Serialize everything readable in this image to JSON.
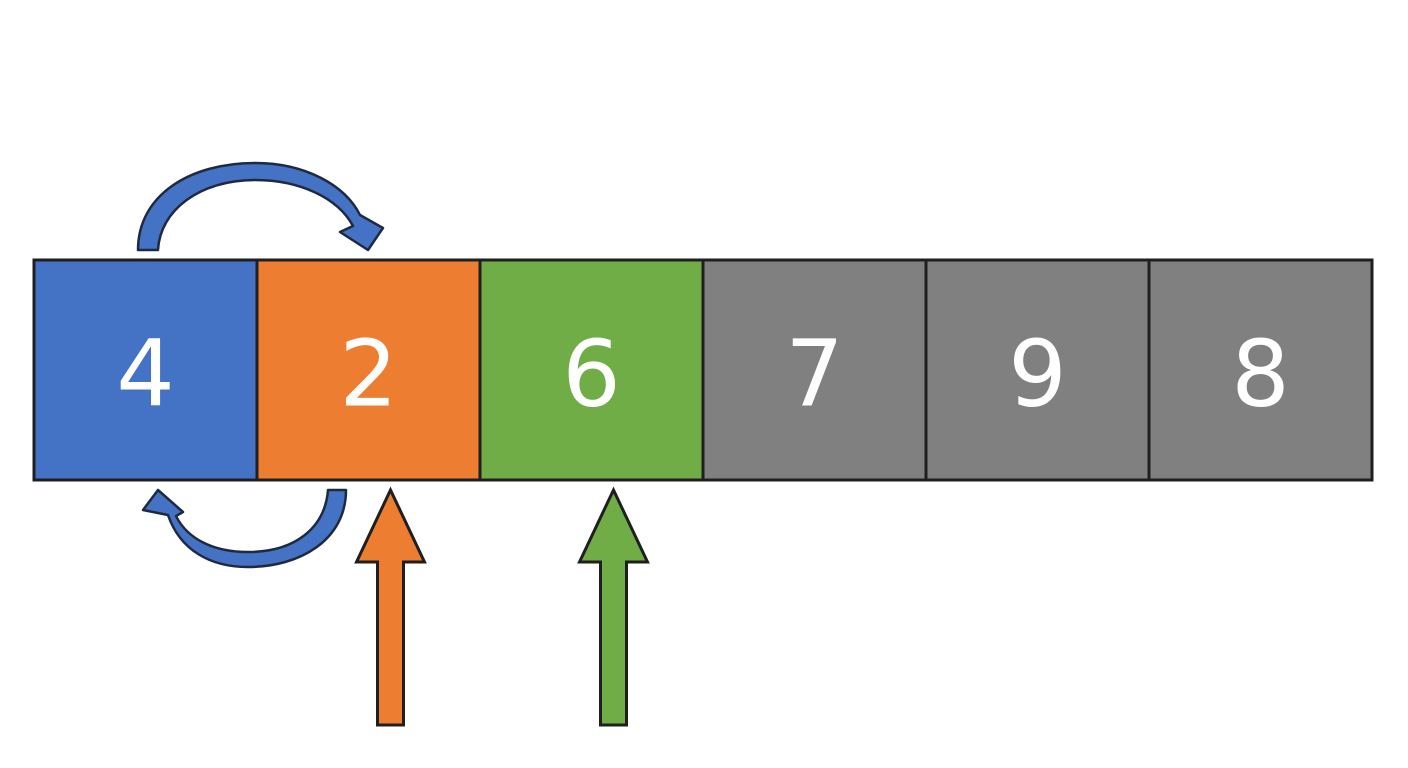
{
  "array": {
    "cells": [
      {
        "value": "4",
        "role": "swap-source",
        "color": "#4472C4"
      },
      {
        "value": "2",
        "role": "swap-target",
        "color": "#ED7D31"
      },
      {
        "value": "6",
        "role": "compare",
        "color": "#70AD47"
      },
      {
        "value": "7",
        "role": "pending",
        "color": "#808080"
      },
      {
        "value": "9",
        "role": "pending",
        "color": "#808080"
      },
      {
        "value": "8",
        "role": "pending",
        "color": "#808080"
      }
    ]
  },
  "pointers": [
    {
      "name": "pointer-arrow-orange",
      "cell_index": 1,
      "color": "#ED7D31"
    },
    {
      "name": "pointer-arrow-green",
      "cell_index": 2,
      "color": "#70AD47"
    }
  ],
  "swap": {
    "from_index": 0,
    "to_index": 1,
    "color": "#4472C4"
  }
}
